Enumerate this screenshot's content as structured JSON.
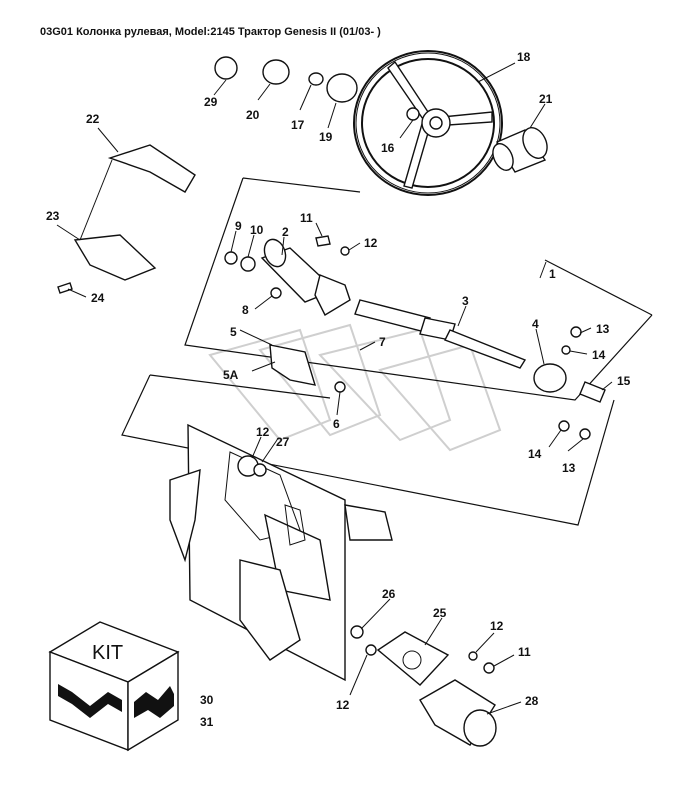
{
  "title": "03G01 Колонка  рулевая, Model:2145 Трактор Genesis II (01/03- )",
  "kit": {
    "label": "KIT",
    "numbers": [
      "30",
      "31"
    ]
  },
  "callouts": [
    "1",
    "2",
    "3",
    "4",
    "5",
    "5A",
    "6",
    "7",
    "8",
    "9",
    "10",
    "11",
    "12",
    "13",
    "14",
    "15",
    "16",
    "17",
    "18",
    "19",
    "20",
    "21",
    "22",
    "23",
    "24",
    "25",
    "26",
    "27",
    "28",
    "29",
    "11",
    "12",
    "13",
    "14",
    "12",
    "12",
    "12"
  ]
}
